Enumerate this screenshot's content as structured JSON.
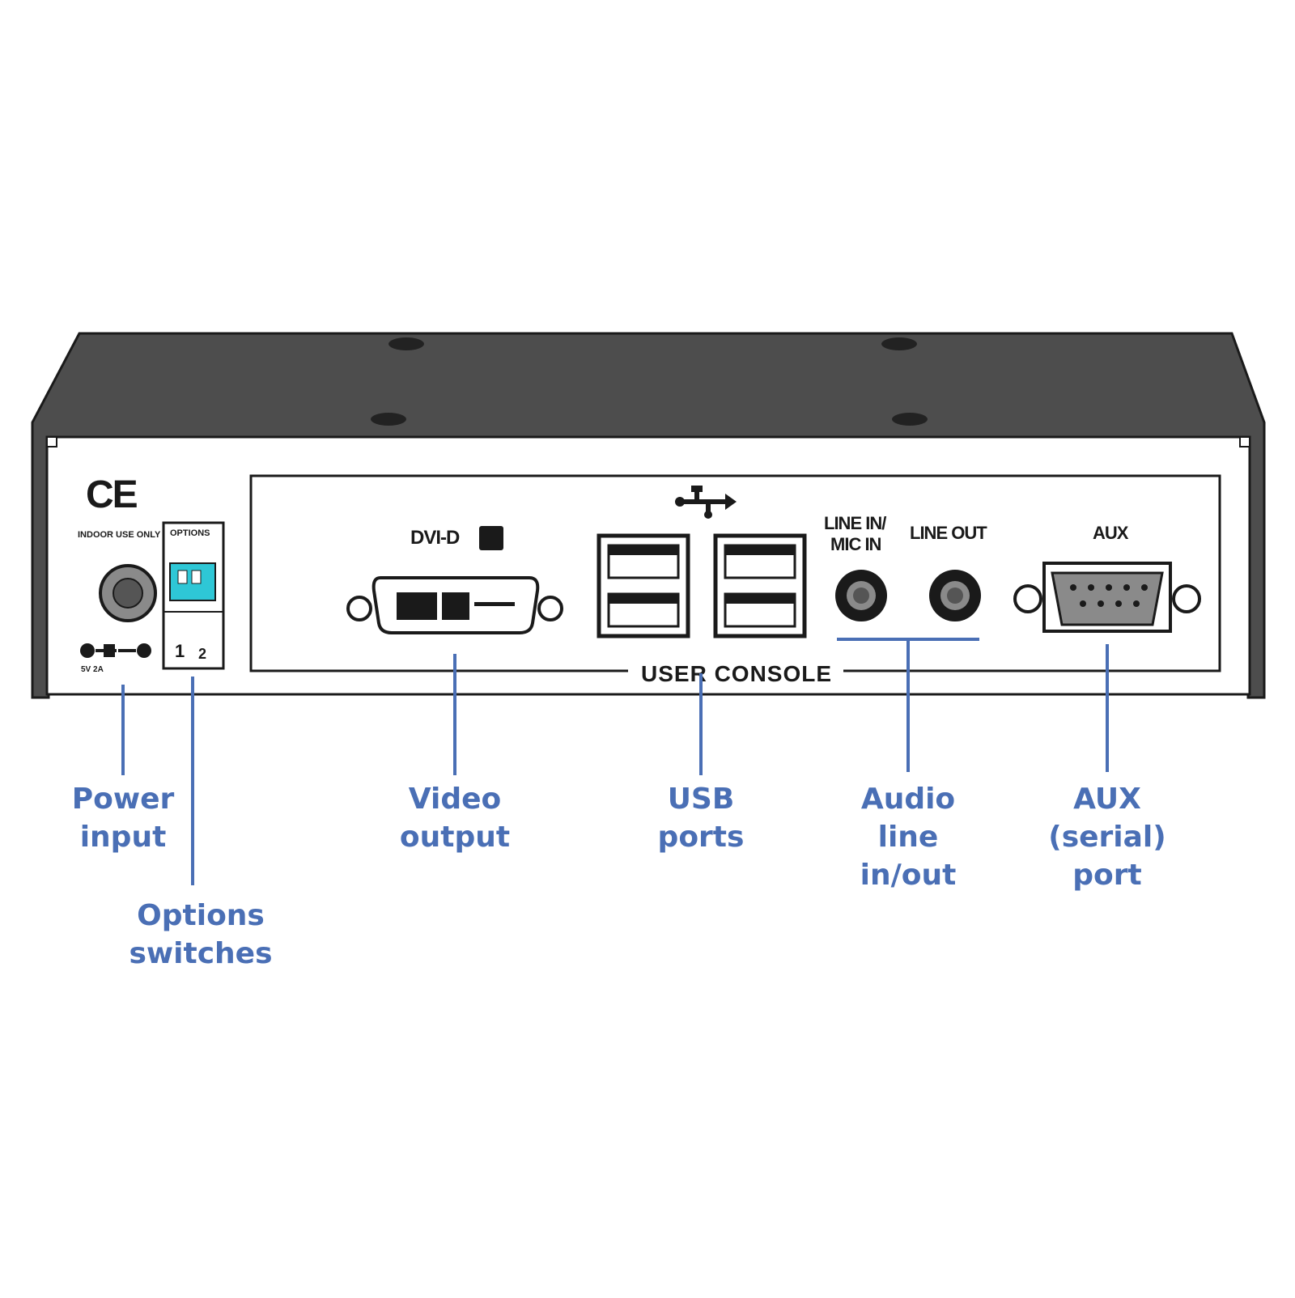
{
  "colors": {
    "callout": "#4a6fb5",
    "chassis_top": "#4d4d4d",
    "panel": "#ffffff",
    "outline": "#1a1a1a",
    "dip_switch": "#2ec7d6"
  },
  "panel": {
    "ce_mark": "CE",
    "indoor_use_only": "INDOOR USE ONLY",
    "polarity_symbol": "polarity-symbol",
    "options_header": "OPTIONS",
    "switch_numbers": [
      "1",
      "2"
    ],
    "dvi_label": "DVI-D",
    "usb_symbol": "usb-trident-icon",
    "line_in_label_1": "LINE IN/",
    "line_in_label_2": "MIC IN",
    "line_out_label": "LINE OUT",
    "aux_label": "AUX",
    "user_console_label": "USER CONSOLE"
  },
  "callouts": {
    "power": "Power\ninput",
    "options": "Options\nswitches",
    "video": "Video\noutput",
    "usb": "USB\nports",
    "audio": "Audio\nline\nin/out",
    "aux": "AUX\n(serial)\nport"
  }
}
